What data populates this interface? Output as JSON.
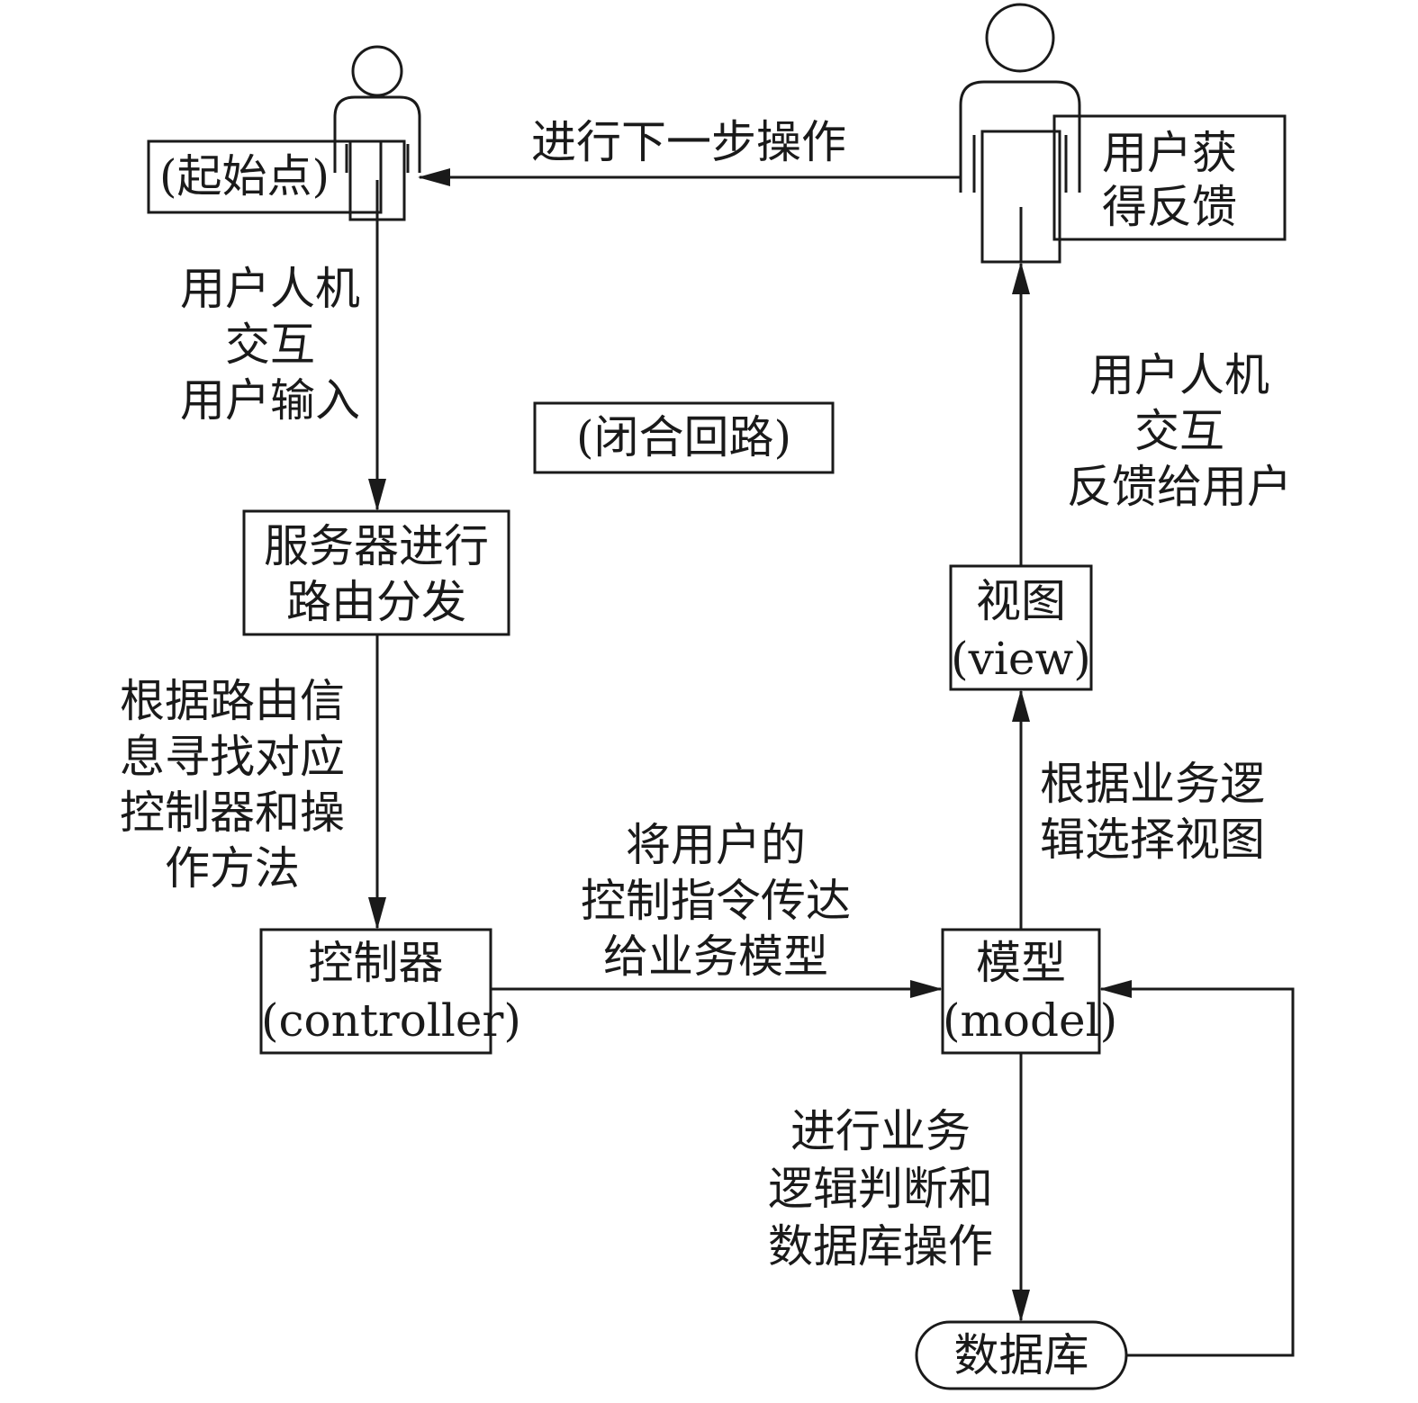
{
  "diagram": {
    "stroke_color": "#1a1a1a",
    "background_color": "#ffffff",
    "start_box": "(起始点)",
    "feedback_box": [
      "用户获",
      "得反馈"
    ],
    "next_step": "进行下一步操作",
    "closed_loop": "(闭合回路)",
    "user_input": [
      "用户人机",
      "交互",
      "用户输入"
    ],
    "router_box": [
      "服务器进行",
      "路由分发"
    ],
    "route_lookup": [
      "根据路由信",
      "息寻找对应",
      "控制器和操",
      "作方法"
    ],
    "controller_box": [
      "控制器",
      "(controller)"
    ],
    "pass_command": [
      "将用户的",
      "控制指令传达",
      "给业务模型"
    ],
    "model_box": [
      "模型",
      "(model)"
    ],
    "db_ops": [
      "进行业务",
      "逻辑判断和",
      "数据库操作"
    ],
    "database": "数据库",
    "select_view": [
      "根据业务逻",
      "辑选择视图"
    ],
    "view_box": [
      "视图",
      "(view)"
    ],
    "feedback_to_user": [
      "用户人机",
      "交互",
      "反馈给用户"
    ]
  }
}
